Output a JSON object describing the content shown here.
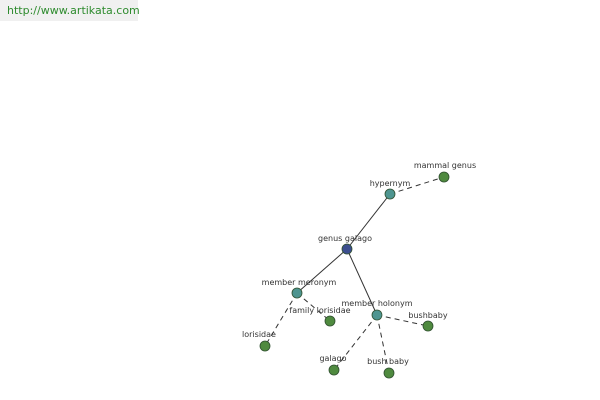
{
  "header": {
    "url": "http://www.artikata.com"
  },
  "colors": {
    "center_node": "#3b4d8f",
    "relation_node": "#4e9590",
    "leaf_node": "#4f8a3f",
    "edge": "#333333",
    "link": "#2e8b2e"
  },
  "graph": {
    "nodes": [
      {
        "id": "genus-galago",
        "label": "genus galago",
        "kind": "center"
      },
      {
        "id": "hypernym",
        "label": "hypernym",
        "kind": "relation"
      },
      {
        "id": "member-meronym",
        "label": "member meronym",
        "kind": "relation"
      },
      {
        "id": "member-holonym",
        "label": "member holonym",
        "kind": "relation"
      },
      {
        "id": "mammal-genus",
        "label": "mammal genus",
        "kind": "leaf"
      },
      {
        "id": "family-lorisidae",
        "label": "family lorisidae",
        "kind": "leaf"
      },
      {
        "id": "lorisidae",
        "label": "lorisidae",
        "kind": "leaf"
      },
      {
        "id": "bushbaby",
        "label": "bushbaby",
        "kind": "leaf"
      },
      {
        "id": "galago",
        "label": "galago",
        "kind": "leaf"
      },
      {
        "id": "bush-baby",
        "label": "bush baby",
        "kind": "leaf"
      }
    ],
    "edges": [
      {
        "from": "genus-galago",
        "to": "hypernym",
        "style": "solid"
      },
      {
        "from": "genus-galago",
        "to": "member-meronym",
        "style": "solid"
      },
      {
        "from": "genus-galago",
        "to": "member-holonym",
        "style": "solid"
      },
      {
        "from": "hypernym",
        "to": "mammal-genus",
        "style": "dashed"
      },
      {
        "from": "member-meronym",
        "to": "family-lorisidae",
        "style": "dashed"
      },
      {
        "from": "member-meronym",
        "to": "lorisidae",
        "style": "dashed"
      },
      {
        "from": "member-holonym",
        "to": "bushbaby",
        "style": "dashed"
      },
      {
        "from": "member-holonym",
        "to": "galago",
        "style": "dashed"
      },
      {
        "from": "member-holonym",
        "to": "bush-baby",
        "style": "dashed"
      }
    ]
  }
}
